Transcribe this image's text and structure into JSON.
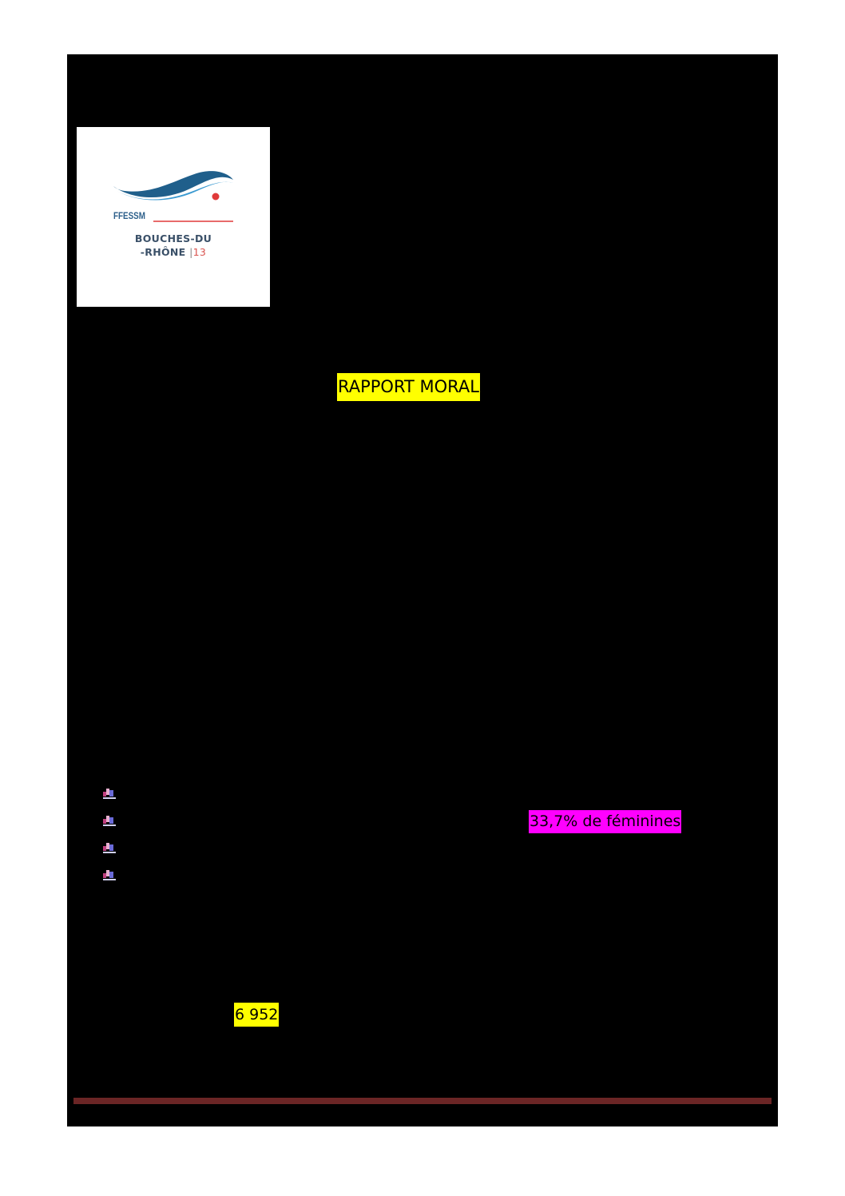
{
  "logo": {
    "brand": "FFESSM",
    "region_line1": "BOUCHES-DU",
    "region_line2": "-RHÔNE",
    "separator": "|",
    "department": "13",
    "colors": {
      "wave_dark": "#1f5f8b",
      "wave_light": "#3b9ad1",
      "accent_red": "#e03a3a"
    }
  },
  "title": "RAPPORT MORAL",
  "bullets": [
    {
      "icon": "colored-bullet-icon"
    },
    {
      "icon": "colored-bullet-icon"
    },
    {
      "icon": "colored-bullet-icon"
    },
    {
      "icon": "colored-bullet-icon"
    }
  ],
  "highlight_feminines": "33,7% de féminines",
  "highlight_number": "6 952",
  "colors": {
    "page_background": "#000000",
    "highlight_yellow": "#ffff00",
    "highlight_magenta": "#ff00ff",
    "footer_rule": "#6b2525"
  }
}
